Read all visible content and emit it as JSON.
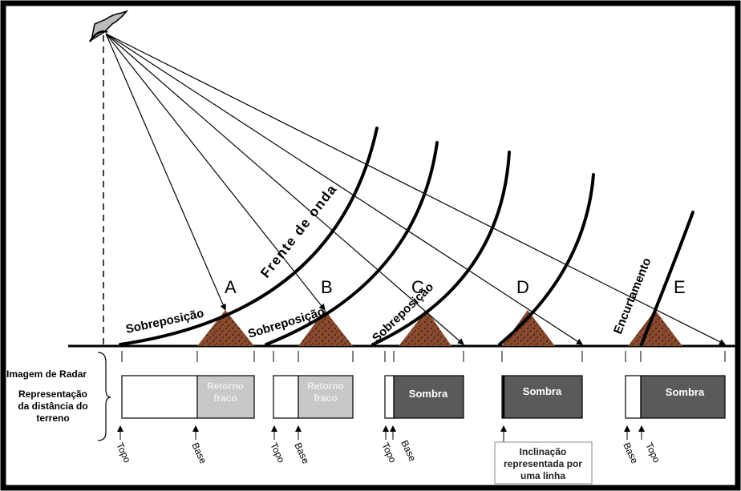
{
  "features": {
    "A": {
      "letter": "A",
      "label": "Sobreposição"
    },
    "B": {
      "letter": "B",
      "label": "Sobreposição"
    },
    "C": {
      "letter": "C",
      "label": "Sobreposição"
    },
    "D": {
      "letter": "D"
    },
    "E": {
      "letter": "E",
      "label": "Encurtamento"
    }
  },
  "wavefront_label": "Frente de onda",
  "side_labels": {
    "radar_image": "Imagem de Radar",
    "representation": "Representação da distância do terreno",
    "representation_lines": [
      "Representação",
      "da distância do",
      "terreno"
    ]
  },
  "image_boxes": {
    "weak_return_lines": [
      "Retorno",
      "fraco"
    ],
    "shadow": "Sombra"
  },
  "tick_labels": {
    "top": "Topo",
    "base": "Base"
  },
  "callout_lines": [
    "Inclinação",
    "representada por",
    "uma linha"
  ],
  "colors": {
    "border": "#000000",
    "mound": "#8a4a2e",
    "weak_return": "#c8c8c8",
    "shadow": "#5a5a5a",
    "weak_text": "#eeeeee",
    "shadow_text": "#ffffff"
  }
}
